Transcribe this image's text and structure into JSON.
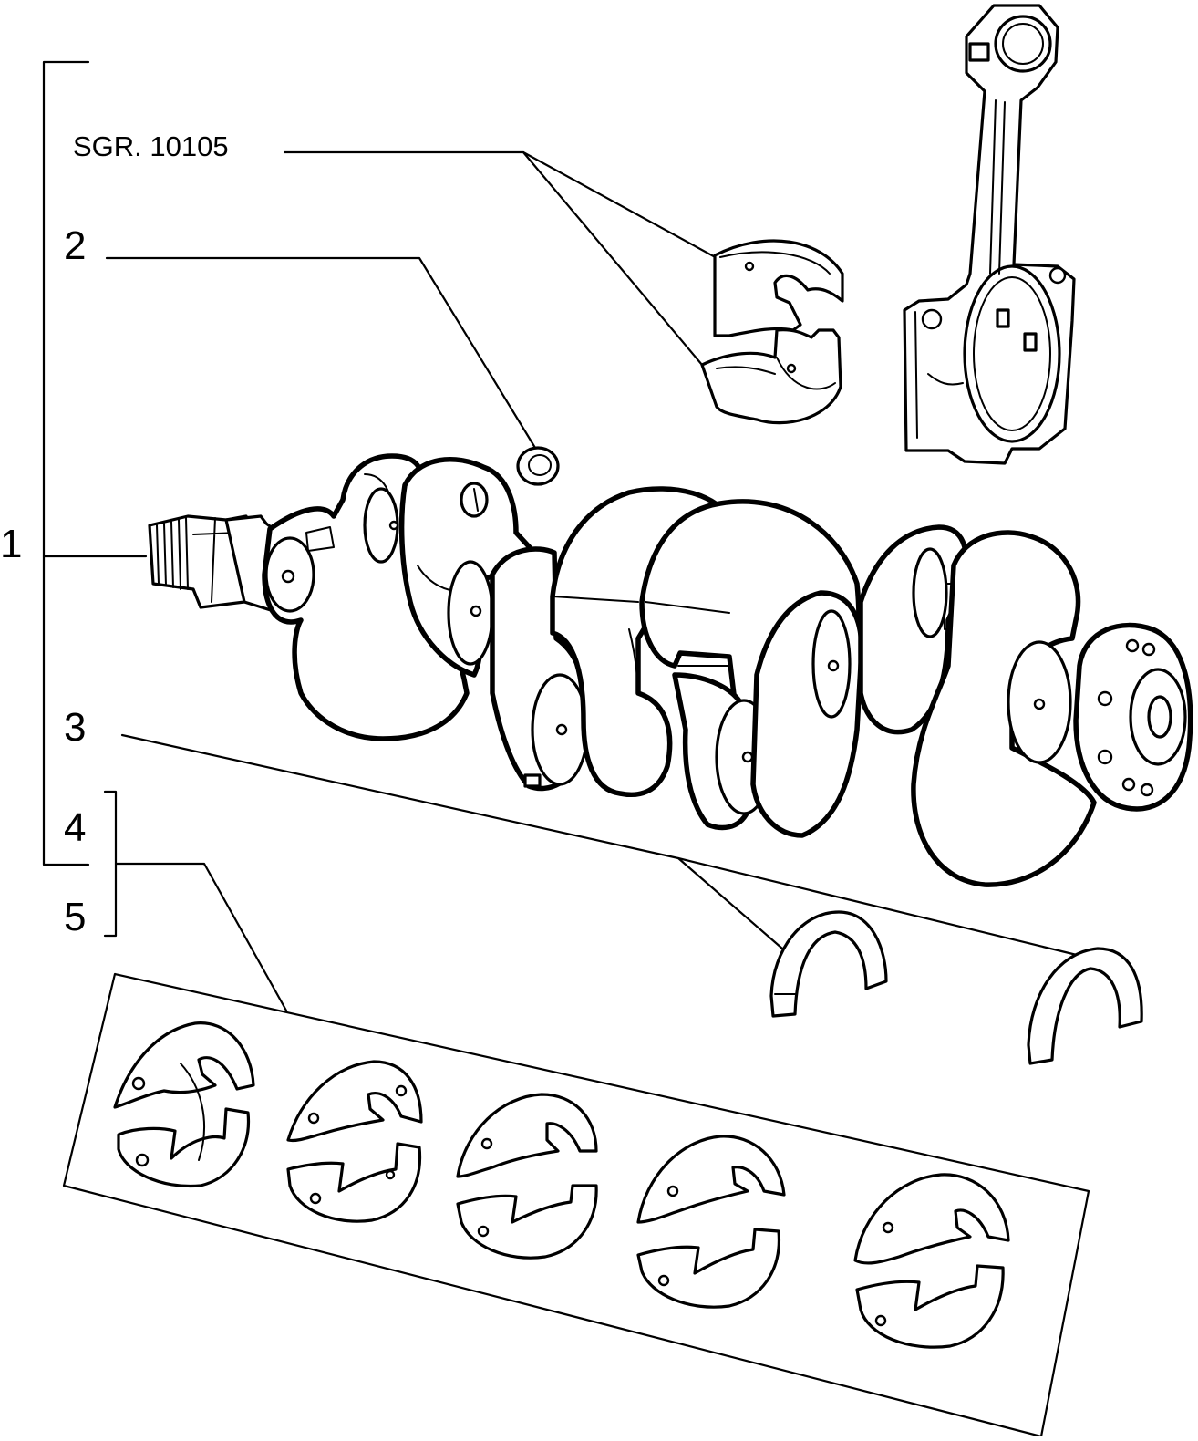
{
  "callouts": {
    "assembly": "1",
    "plug": "2",
    "thrust_washers": "3",
    "main_bearings_a": "4",
    "main_bearings_b": "5",
    "conrod_bearing_ref": "SGR. 10105"
  }
}
